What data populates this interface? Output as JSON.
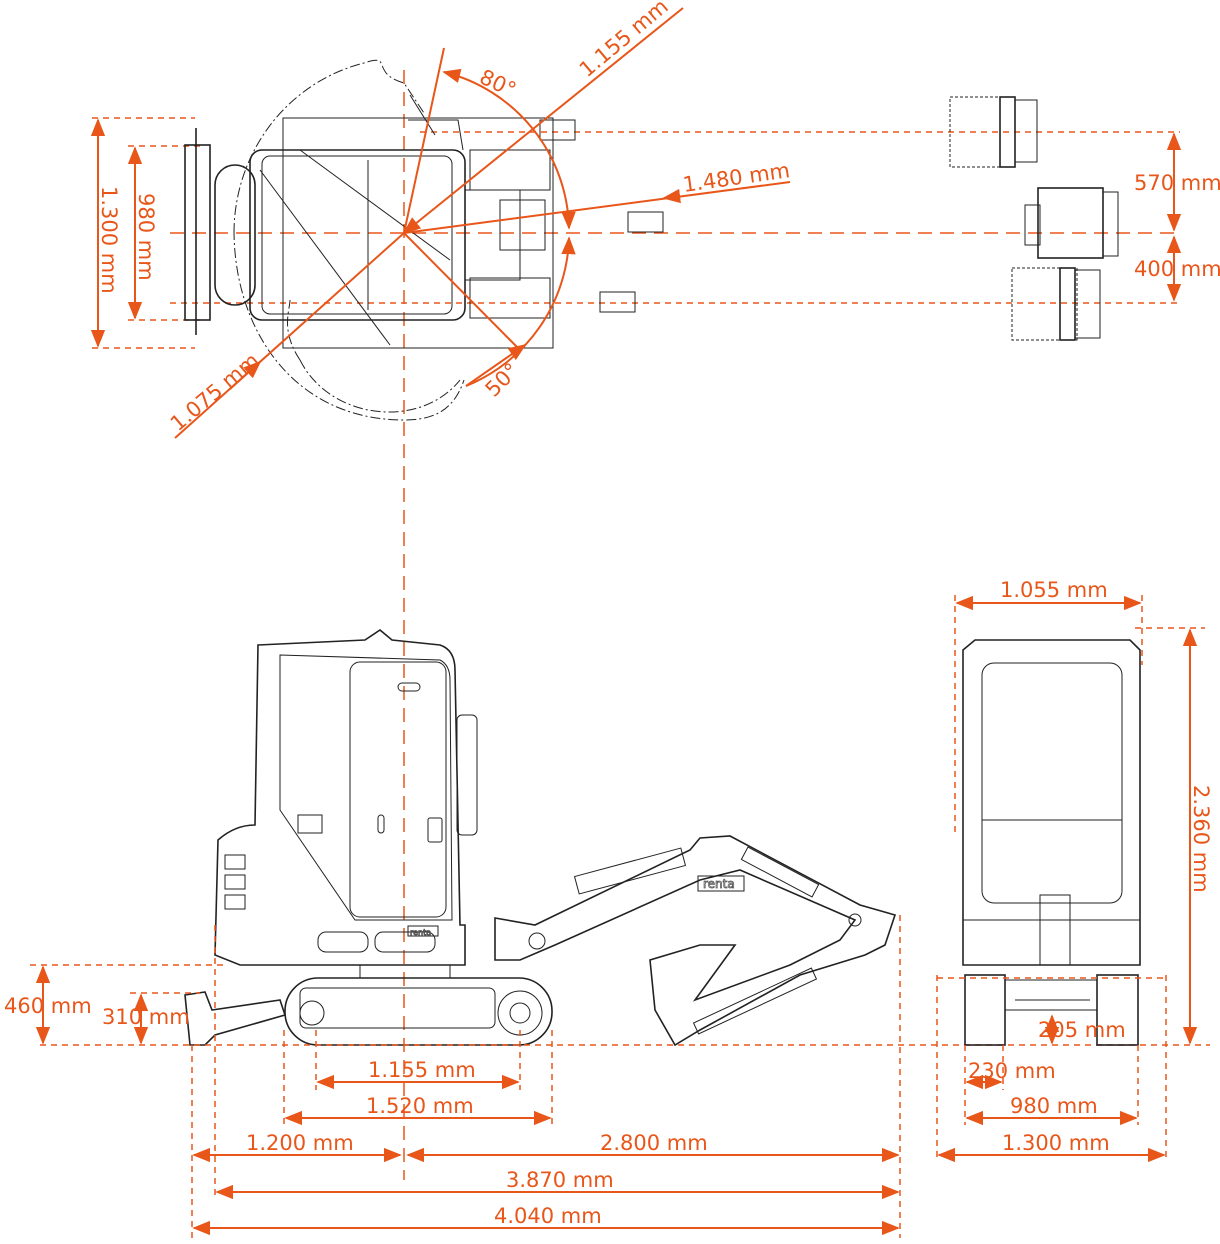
{
  "brand": "renta",
  "accent_color": "#e8561a",
  "top_view": {
    "reach_front": "1.155 mm",
    "swing_right": "80°",
    "boom_offset": "1.480 mm",
    "reach_rear": "1.075 mm",
    "swing_left": "50°",
    "blade_width": "1.300 mm",
    "track_gauge": "980 mm",
    "offset_right": "570 mm",
    "offset_left": "400 mm"
  },
  "side_view": {
    "blade_height": "460 mm",
    "blade_depth": "310 mm",
    "tumbler_distance": "1.155 mm",
    "track_length": "1.520 mm",
    "rear_to_center": "1.200 mm",
    "center_to_front": "2.800 mm",
    "transport_length": "3.870 mm",
    "total_length": "4.040 mm"
  },
  "front_view": {
    "cab_width": "1.055 mm",
    "height": "2.360 mm",
    "ground_clearance": "205 mm",
    "track_width": "230 mm",
    "track_gauge": "980 mm",
    "total_width": "1.300 mm"
  }
}
